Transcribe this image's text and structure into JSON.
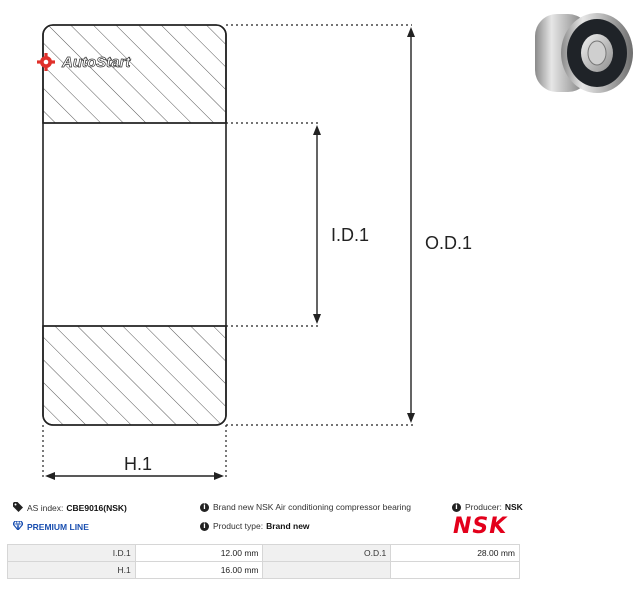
{
  "brand": {
    "watermark": "AutoStart",
    "logo_text": "NSK"
  },
  "drawing": {
    "id_label": "I.D.1",
    "od_label": "O.D.1",
    "h_label": "H.1"
  },
  "info": {
    "as_index_label": "AS index:",
    "as_index_value": "CBE9016(NSK)",
    "description": "Brand new NSK Air conditioning compressor bearing",
    "producer_label": "Producer:",
    "producer_value": "NSK",
    "premium_line": "PREMIUM LINE",
    "product_type_label": "Product type:",
    "product_type_value": "Brand new"
  },
  "specs": [
    {
      "label1": "I.D.1",
      "value1": "12.00 mm",
      "label2": "O.D.1",
      "value2": "28.00 mm"
    },
    {
      "label1": "H.1",
      "value1": "16.00 mm",
      "label2": "",
      "value2": ""
    }
  ],
  "colors": {
    "logo_red": "#e3001b",
    "premium_blue": "#1a4fb0",
    "watermark_red": "#e0302a"
  }
}
